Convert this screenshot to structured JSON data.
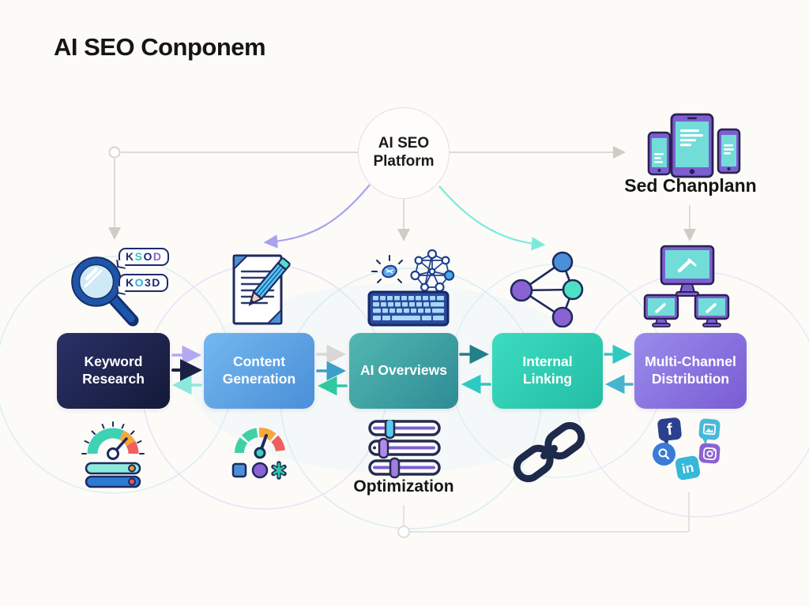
{
  "title": "AI SEO Conponem",
  "platform": {
    "label": "AI SEO Platform"
  },
  "channels": {
    "label": "Sed Chanplann"
  },
  "boxes": [
    {
      "label": "Keyword Research",
      "color_top": "#2a3166",
      "color_bottom": "#141938"
    },
    {
      "label": "Content Generation",
      "color_top": "#74b7ef",
      "color_bottom": "#4a8fd8"
    },
    {
      "label": "AI Overviews",
      "color_top": "#52b8b2",
      "color_bottom": "#2e8b94"
    },
    {
      "label": "Internal Linking",
      "color_top": "#3cdcc0",
      "color_bottom": "#23bda5"
    },
    {
      "label": "Multi-Channel Distribution",
      "color_top": "#998ceb",
      "color_bottom": "#7a5cd4"
    }
  ],
  "search_tags": [
    {
      "letters": [
        "K",
        "S",
        "O",
        "D"
      ],
      "colors": [
        "#1e2a6e",
        "#2ec4b8",
        "#1e2a6e",
        "#8a63d2"
      ]
    },
    {
      "letters": [
        "K",
        "O",
        "3D"
      ],
      "colors": [
        "#1e2a6e",
        "#2ab0d8",
        "#1e2a6e"
      ]
    }
  ],
  "optimization": {
    "label": "Optimization"
  },
  "social": {
    "facebook_glyph": "f",
    "linkedin_glyph": "in"
  },
  "colors": {
    "background": "#fcfbf8",
    "connector_gray": "#dedbd6",
    "arrow_purple": "#b4a8f2",
    "arrow_navy": "#1b2142",
    "arrow_light_teal": "#8ce8da",
    "arrow_gray": "#d9d7d3",
    "arrow_blue": "#3b9fc9",
    "arrow_green": "#2ec9a2",
    "arrow_dark_teal": "#23808a",
    "arrow_teal": "#2fc9c4",
    "accent_navy": "#1e2a5e",
    "accent_blue": "#4a90d9",
    "accent_purple": "#8a63d2",
    "accent_teal": "#3fd1b4",
    "device_purple": "#7b5fd0",
    "device_screen_teal": "#72dcd8"
  },
  "icons": {
    "above_keyword": "magnifier-with-keyword-tags",
    "above_content": "document-and-pencil",
    "above_ai_overviews": "keyboard-sparkle-neural-network",
    "above_internal_linking": "node-graph",
    "above_multi_channel": "three-monitors",
    "top_right": "phones-and-tablet",
    "below_keyword": "speedometer-and-server-bars",
    "below_content": "segmented-gauge-and-shapes",
    "below_ai_overviews": "settings-sliders",
    "below_internal_linking": "chain-links",
    "below_multi_channel": "social-media-bubbles"
  }
}
